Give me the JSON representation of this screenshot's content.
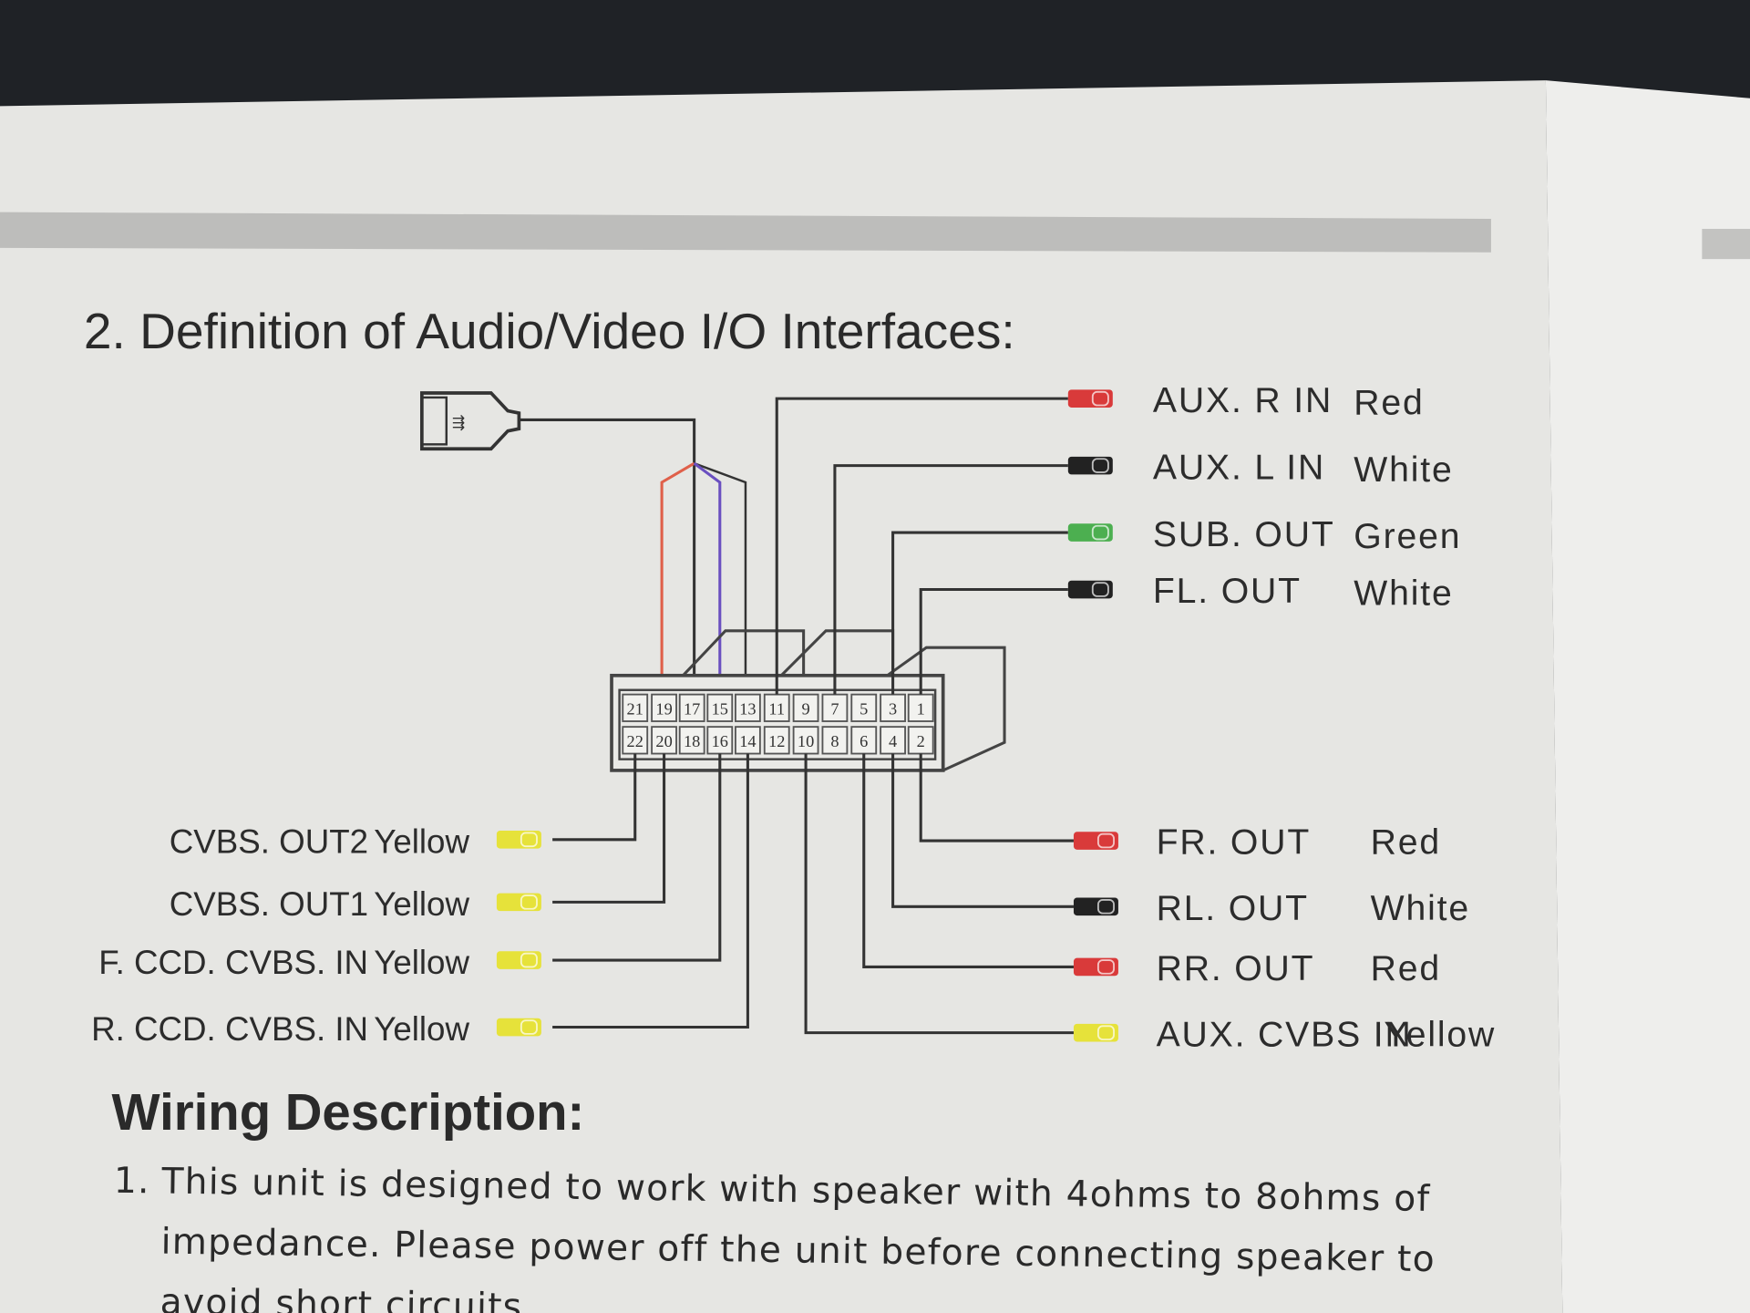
{
  "section_title": "2. Definition of Audio/Video I/O Interfaces:",
  "connector": {
    "top_row_pins": [
      "21",
      "19",
      "17",
      "15",
      "13",
      "11",
      "9",
      "7",
      "5",
      "3",
      "1"
    ],
    "bottom_row_pins": [
      "22",
      "20",
      "18",
      "16",
      "14",
      "12",
      "10",
      "8",
      "6",
      "4",
      "2"
    ]
  },
  "usb_icon": "usb-icon",
  "right_top_outputs": [
    {
      "name": "AUX. R IN",
      "color_name": "Red",
      "color": "#d93a3a",
      "pin": "11"
    },
    {
      "name": "AUX. L IN",
      "color_name": "White",
      "color": "#222222",
      "pin": "7"
    },
    {
      "name": "SUB. OUT",
      "color_name": "Green",
      "color": "#4caf50",
      "pin": "3"
    },
    {
      "name": "FL. OUT",
      "color_name": "White",
      "color": "#222222",
      "pin": "1"
    }
  ],
  "right_bottom_outputs": [
    {
      "name": "FR. OUT",
      "color_name": "Red",
      "color": "#d93a3a",
      "pin": "2"
    },
    {
      "name": "RL. OUT",
      "color_name": "White",
      "color": "#222222",
      "pin": "4"
    },
    {
      "name": "RR. OUT",
      "color_name": "Red",
      "color": "#d93a3a",
      "pin": "6"
    },
    {
      "name": "AUX. CVBS IN",
      "color_name": "Yellow",
      "color": "#e6e23a",
      "pin": "10"
    }
  ],
  "left_outputs": [
    {
      "name": "CVBS. OUT2",
      "color_name": "Yellow",
      "color": "#e6e23a",
      "pin": "22"
    },
    {
      "name": "CVBS. OUT1",
      "color_name": "Yellow",
      "color": "#e6e23a",
      "pin": "20"
    },
    {
      "name": "F. CCD. CVBS. IN",
      "color_name": "Yellow",
      "color": "#e6e23a",
      "pin": "16"
    },
    {
      "name": "R. CCD. CVBS. IN",
      "color_name": "Yellow",
      "color": "#e6e23a",
      "pin": "14"
    }
  ],
  "wiring": {
    "heading": "Wiring Description:",
    "item_number": "1.",
    "lines": [
      "This unit is designed to work with speaker with 4ohms to 8ohms of",
      "impedance. Please power off the unit before connecting speaker to",
      "avoid short circuits."
    ]
  }
}
